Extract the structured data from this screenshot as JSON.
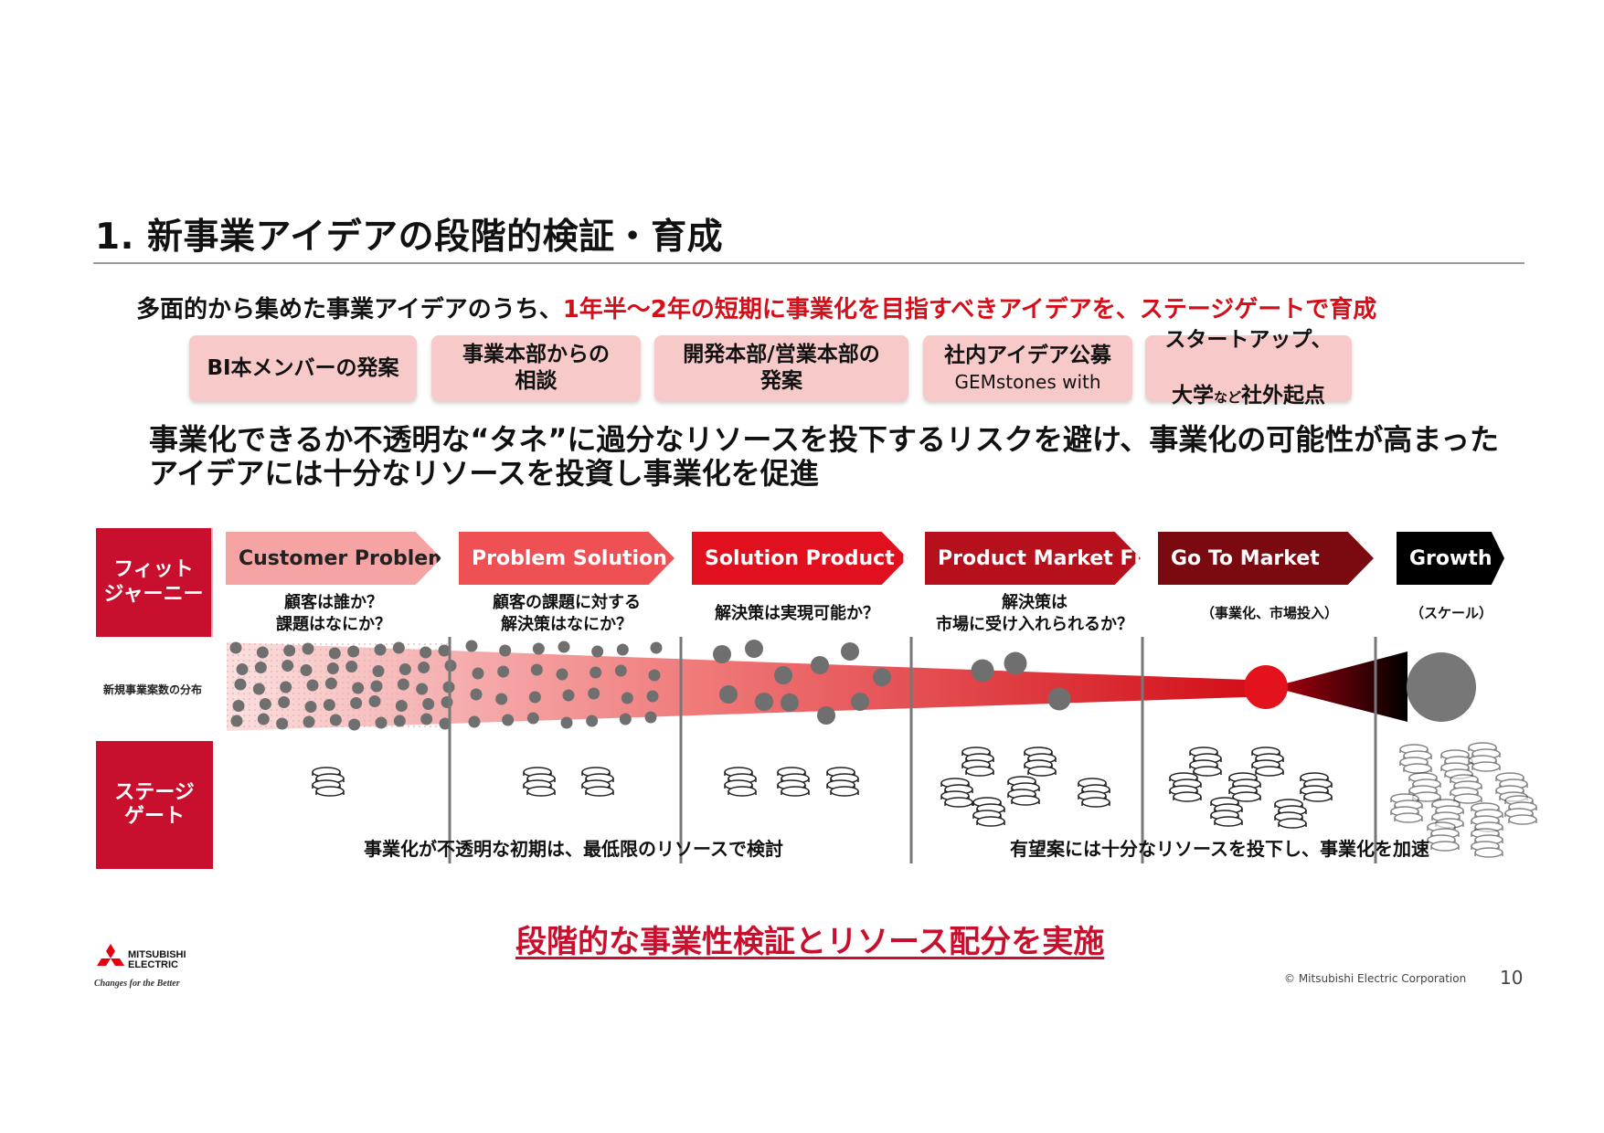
{
  "page": {
    "title": "1. 新事業アイデアの段階的検証・育成",
    "lead_prefix": "多面的から集めた事業アイデアのうち、",
    "lead_highlight": "1年半～2年の短期に事業化を目指すべきアイデアを、ステージゲートで育成"
  },
  "sources": [
    {
      "label": "BI本メンバーの発案"
    },
    {
      "label": "事業本部からの\n相談"
    },
    {
      "label": "開発本部/営業本部の\n発案"
    },
    {
      "label": "社内アイデア公募",
      "sub": "GEMstones with"
    },
    {
      "label": "スタートアップ、",
      "label2_big": "大学",
      "label2_small": "など",
      "label2_tail": "社外起点"
    }
  ],
  "message": {
    "line1": "事業化できるか不透明な“タネ”に過分なリソースを投下するリスクを避け、事業化の可能性が高まった",
    "line2": "アイデアには十分なリソースを投資し事業化を促進"
  },
  "side": {
    "fit_journey": "フィット\nジャーニー",
    "distribution_label": "新規事業案数の分布",
    "stage_gate": "ステージ\nゲート"
  },
  "stages": [
    {
      "label": "Customer Problem Fit",
      "question": "顧客は誰か？\n課題はなにか？",
      "color": "#f5a3a3",
      "text_color": "#222"
    },
    {
      "label": "Problem Solution Fit",
      "question": "顧客の課題に対する\n解決策はなにか？",
      "color": "#ef5054",
      "text_color": "#ffffff"
    },
    {
      "label": "Solution Product Fit",
      "question": "解決策は実現可能か？",
      "color": "#e0101e",
      "text_color": "#ffffff"
    },
    {
      "label": "Product Market Fit",
      "question": "解決策は\n市場に受け入れられるか？",
      "color": "#b5101c",
      "text_color": "#ffffff"
    },
    {
      "label": "Go To Market",
      "question": "（事業化、市場投入）",
      "color": "#7a0a10",
      "text_color": "#ffffff"
    },
    {
      "label": "Growth",
      "question": "（スケール）",
      "color": "#000000",
      "text_color": "#ffffff"
    }
  ],
  "captions": {
    "early": "事業化が不透明な初期は、最低限のリソースで検討",
    "late": "有望案には十分なリソースを投下し、事業化を加速"
  },
  "conclusion": "段階的な事業性検証とリソース配分を実施",
  "footer": {
    "logo_word1": "MITSUBISHI",
    "logo_word2": "ELECTRIC",
    "logo_tagline": "Changes for the Better",
    "copyright": "© Mitsubishi Electric Corporation",
    "page_number": "10"
  },
  "colors": {
    "accent_red": "#d40f1a",
    "source_pink": "#f7c9c9",
    "side_red": "#c8102e",
    "dot_gray": "#6f6f6f"
  }
}
